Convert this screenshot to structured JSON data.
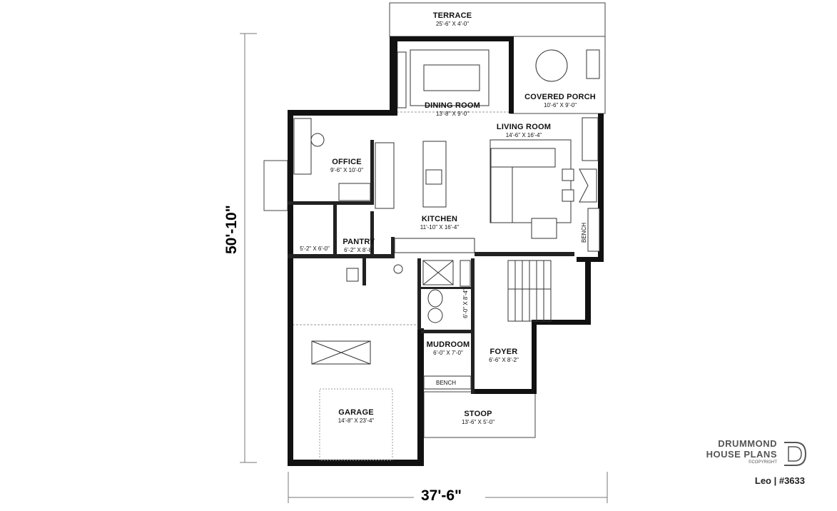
{
  "rooms": [
    {
      "id": "terrace",
      "name": "TERRACE",
      "dims": "25'-6\" X 4'-0\""
    },
    {
      "id": "dining",
      "name": "DINING ROOM",
      "dims": "13'-8\" X 9'-0\""
    },
    {
      "id": "porch",
      "name": "COVERED PORCH",
      "dims": "10'-6\" X 9'-0\""
    },
    {
      "id": "living",
      "name": "LIVING ROOM",
      "dims": "14'-6\" X 16'-4\""
    },
    {
      "id": "office",
      "name": "OFFICE",
      "dims": "9'-6\" X 10'-0\""
    },
    {
      "id": "kitchen",
      "name": "KITCHEN",
      "dims": "11'-10\" X 16'-4\""
    },
    {
      "id": "closet",
      "name": "",
      "dims": "5'-2\" X 6'-0\""
    },
    {
      "id": "pantry",
      "name": "PANTRY",
      "dims": "6'-2\" X 8'-8\""
    },
    {
      "id": "bath",
      "name": "",
      "dims": "6'-0\" X 8'-4\""
    },
    {
      "id": "mudroom",
      "name": "MUDROOM",
      "dims": "6'-0\" X 7'-0\""
    },
    {
      "id": "foyer",
      "name": "FOYER",
      "dims": "6'-6\" X 8'-2\""
    },
    {
      "id": "garage",
      "name": "GARAGE",
      "dims": "14'-8\" X 23'-4\""
    },
    {
      "id": "stoop",
      "name": "STOOP",
      "dims": "13'-6\" X 5'-0\""
    }
  ],
  "labels": {
    "bench_living": "BENCH",
    "bench_mudroom": "BENCH"
  },
  "dimensions": {
    "width": "37'-6\"",
    "depth": "50'-10\""
  },
  "brand": {
    "line1": "DRUMMOND",
    "line2": "HOUSE PLANS",
    "line3": "©COPYRIGHT",
    "plan_id": "Leo | #3633"
  }
}
